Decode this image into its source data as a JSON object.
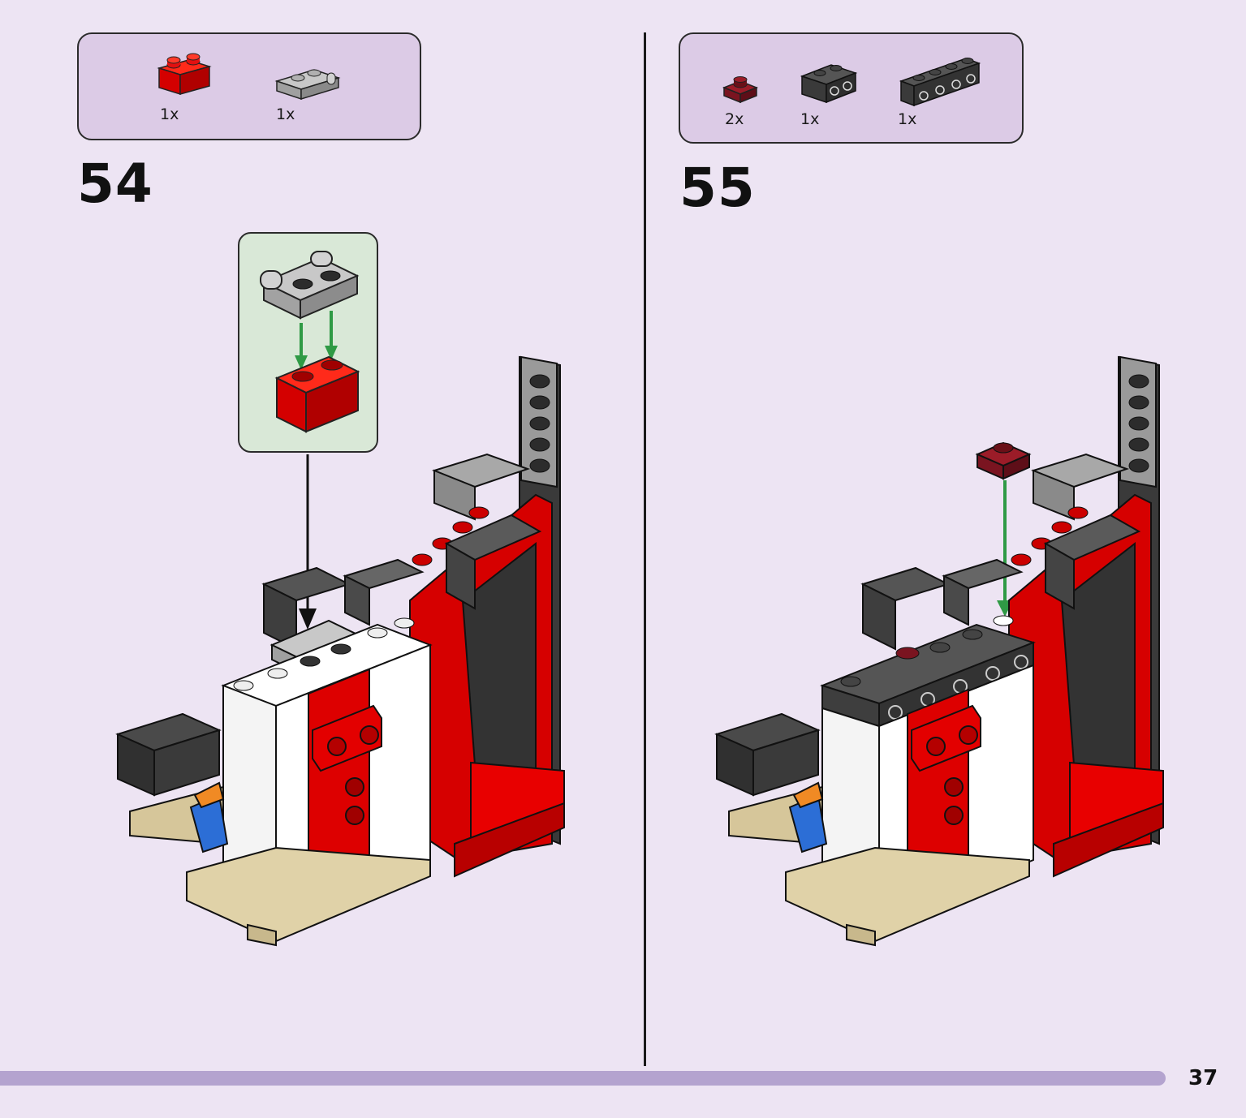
{
  "page": {
    "number": "37"
  },
  "steps": [
    {
      "number": "54",
      "parts": [
        {
          "qty": "1x",
          "icon": "red-2x1-brick-icon",
          "color": "#e30000"
        },
        {
          "qty": "1x",
          "icon": "light-gray-plate-with-handle-icon",
          "color": "#a9a9a9"
        }
      ]
    },
    {
      "number": "55",
      "parts": [
        {
          "qty": "2x",
          "icon": "dark-red-1x1-plate-icon",
          "color": "#7a1420"
        },
        {
          "qty": "1x",
          "icon": "dark-gray-bracket-icon",
          "color": "#4a4a4a"
        },
        {
          "qty": "1x",
          "icon": "dark-gray-1x4-technic-brick-icon",
          "color": "#4a4a4a"
        }
      ]
    }
  ],
  "colors": {
    "background": "#ede4f3",
    "parts_box": "#dccbe6",
    "callout": "#d9e8d7",
    "footer_bar": "#b4a3cf",
    "arrow_green": "#2f9a45"
  }
}
